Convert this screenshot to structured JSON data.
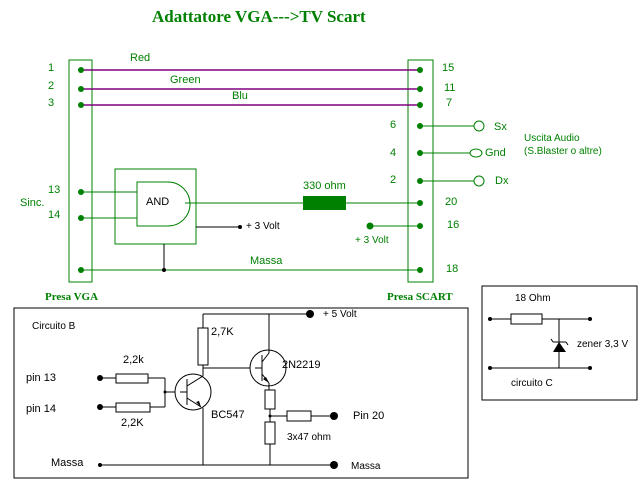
{
  "title": "Adattatore  VGA--->TV Scart",
  "colors": {
    "green": "#008000",
    "purple": "#800080",
    "black": "#000000"
  },
  "vga": {
    "label": "Presa VGA",
    "pins": [
      "1",
      "2",
      "3",
      "13",
      "14"
    ],
    "sinc_label": "Sinc."
  },
  "scart": {
    "label": "Presa SCART",
    "pins": [
      "15",
      "11",
      "7",
      "6",
      "4",
      "2",
      "20",
      "16",
      "18"
    ]
  },
  "signals": {
    "red": "Red",
    "green": "Green",
    "blu": "Blu",
    "massa": "Massa"
  },
  "audio": {
    "sx": "Sx",
    "gnd": "Gnd",
    "dx": "Dx",
    "title": "Uscita Audio",
    "subtitle": "(S.Blaster o altre)"
  },
  "logic": {
    "gate": "AND",
    "resistor": "330 ohm",
    "supply1": "+ 3 Volt",
    "supply2": "+ 3 Volt"
  },
  "circuit_b": {
    "title": "Circuito B",
    "pin13": "pin  13",
    "pin14": "pin   14",
    "r1": "2,2k",
    "r2": "2,2K",
    "r3": "2,7K",
    "t1": "BC547",
    "t2": "2N2219",
    "vcc": "+ 5 Volt",
    "out": "Pin 20",
    "rdiv": "3x47 ohm",
    "gnd_left": "Massa",
    "gnd_right": "Massa"
  },
  "circuit_c": {
    "title": "circuito C",
    "resistor": "18 Ohm",
    "zener": "zener 3,3 V"
  }
}
